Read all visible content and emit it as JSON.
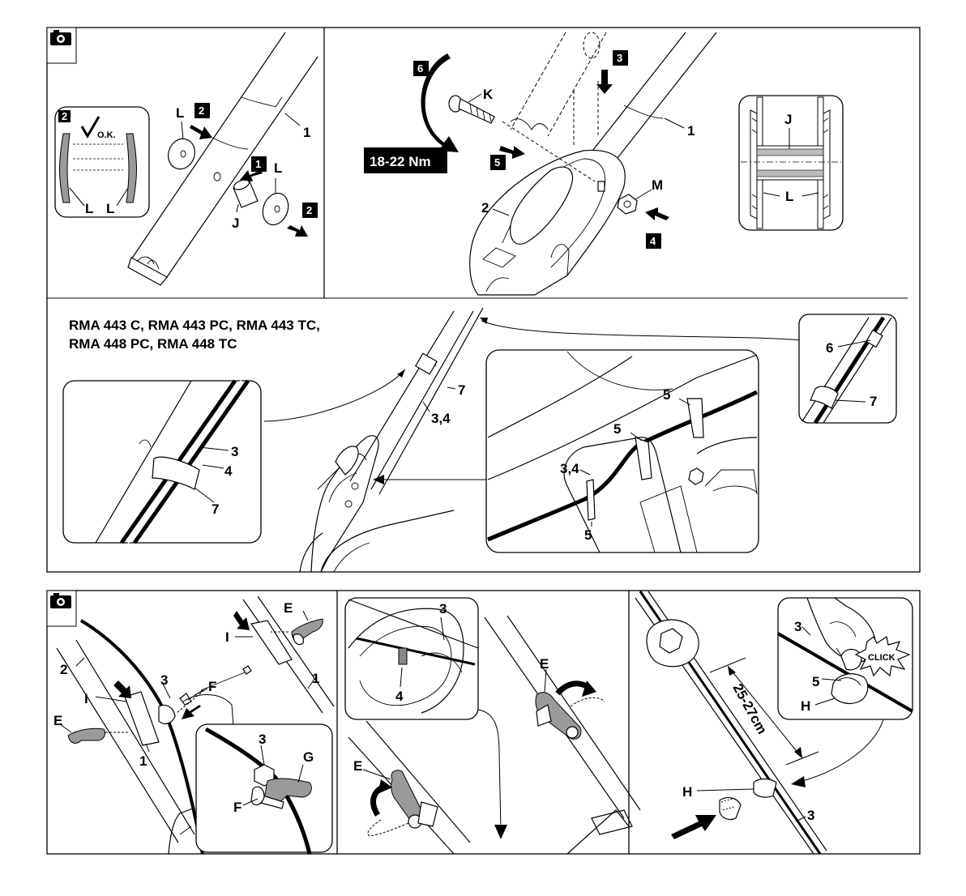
{
  "model_heading": {
    "line1": "RMA 443 C, RMA 443 PC, RMA 443 TC,",
    "line2": "RMA 448 PC, RMA 448 TC"
  },
  "torque": "18-22 Nm",
  "ok_mark": "O.K.",
  "click_text": "CLICK",
  "distance": "25-27cm",
  "steps": {
    "s1": "1",
    "s2": "2",
    "s3": "3",
    "s4": "4",
    "s5": "5",
    "s6": "6"
  },
  "labels": {
    "L": "L",
    "J": "J",
    "K": "K",
    "M": "M",
    "E": "E",
    "F": "F",
    "G": "G",
    "H": "H",
    "I": "I",
    "n1": "1",
    "n2": "2",
    "n3": "3",
    "n4": "4",
    "n5": "5",
    "n6": "6",
    "n7": "7",
    "n34": "3,4"
  },
  "icons": [
    "camera-icon",
    "camera-icon"
  ]
}
